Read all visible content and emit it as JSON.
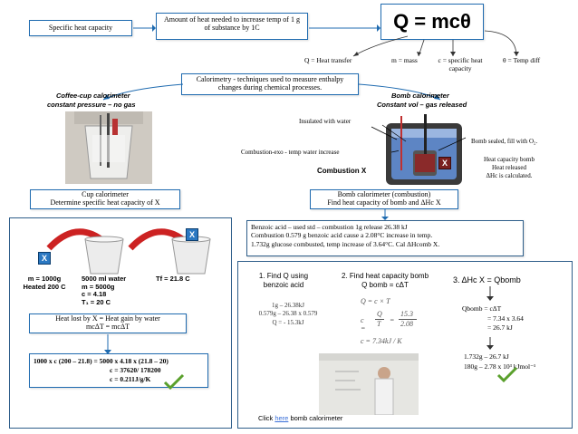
{
  "header": {
    "specific_heat_label": "Specific heat capacity",
    "definition": "Amount of heat needed to increase temp of 1 g of substance by 1C",
    "formula": "Q = mcθ",
    "legend_q": "Q = Heat transfer",
    "legend_m": "m = mass",
    "legend_c": "c = specific heat capacity",
    "legend_theta": "θ = Temp diff"
  },
  "calorimetry": {
    "definition": "Calorimetry - techniques used to measure enthalpy changes during chemical processes."
  },
  "coffee_cup": {
    "title": "Coffee-cup calorimeter",
    "subtitle": "constant pressure – no gas",
    "box_title": "Cup calorimeter",
    "box_subtitle": "Determine specific heat capacity of X"
  },
  "bomb": {
    "title": "Bomb calorimeter",
    "subtitle": "Constant vol – gas released",
    "insulated": "Insulated with water",
    "combustion_exo": "Combustion-exo - temp water increase",
    "combustion_x": "Combustion X",
    "sealed": "Bomb sealed, fill with O₂.",
    "heat_capacity_1": "Heat capacity bomb",
    "heat_capacity_2": "Heat released",
    "heat_capacity_3": "ΔHc is calculated.",
    "x_label": "X",
    "box_title": "Bomb calorimeter (combustion)",
    "box_subtitle": "Find heat capacity of bomb and ΔHc X"
  },
  "bomb_problem": {
    "line1": "Benzoic acid – used std – combustion 1g release 26.38 kJ",
    "line2": "Combustion 0.579 g benzoic acid cause a 2.08°C increase in temp.",
    "line3": "1.732g glucose combusted, temp increase of 3.64°C. Cal ΔHcomb X."
  },
  "cup_problem": {
    "x_left": "X",
    "x_right": "X",
    "metal_line1": "m = 1000g",
    "metal_line2": "Heated 200 C",
    "water_line1": "5000 ml water",
    "water_line2": "m = 5000g",
    "water_line3": "c = 4.18",
    "water_line4": "T₁ = 20 C",
    "final_temp": "Tf = 21.8 C",
    "balance_line1": "Heat lost by X = Heat gain by water",
    "balance_line2": "mcΔT = mcΔT",
    "calc_line1": "1000 x c (200 – 21.8) = 5000 x 4.18 x (21.8 – 20)",
    "calc_line2": "c = 37620/ 178200",
    "calc_line3": "c = 0.211J/g/K"
  },
  "steps": {
    "step1_title": "1. Find Q using",
    "step1_sub": "benzoic acid",
    "step1_calc1": "1g – 26.38kJ",
    "step1_calc2": "0.579g – 26.38 x 0.579",
    "step1_calc3": "Q = - 15.3kJ",
    "step2_title": "2. Find heat capacity bomb",
    "step2_sub": "Q bomb = cΔT",
    "step2_eq1": "Q = c × T",
    "step2_eq2a": "c =",
    "step2_eq2b": "Q",
    "step2_eq2c": "T",
    "step2_eq2d": "=",
    "step2_eq2e": "15.3",
    "step2_eq2f": "2.08",
    "step2_eq3": "c = 7.34kJ / K",
    "step3_title": "3. ΔHc X = Qbomb",
    "step3_line1": "Qbomb = cΔT",
    "step3_line2": "= 7.34 x 3.64",
    "step3_line3": "= 26.7 kJ",
    "step3_line4": "1.732g – 26.7 kJ",
    "step3_line5": "180g – 2.78 x 10³ kJmol⁻¹"
  },
  "footer": {
    "click_prefix": "Click ",
    "click_link": "here",
    "click_suffix": " bomb calorimeter"
  },
  "colors": {
    "border_blue": "#1f6bb0",
    "arrow_red": "#cc2222",
    "check_green": "#5aa02c",
    "link_blue": "#3a6fd8"
  }
}
